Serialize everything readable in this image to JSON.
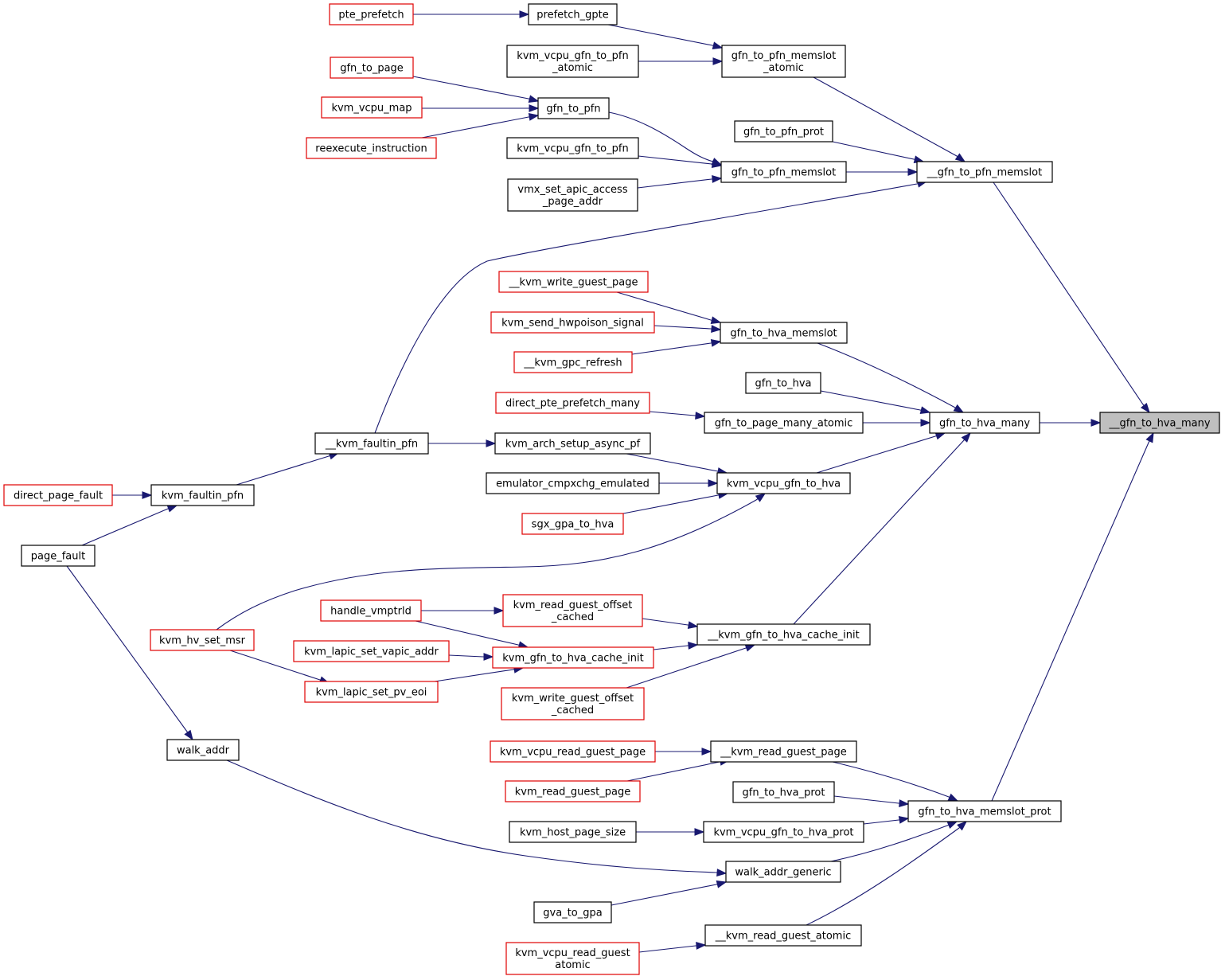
{
  "nodes": {
    "gfn_to_hva_many_inner": [
      "__gfn_to_hva_many"
    ],
    "gfn_to_pfn_memslot_inner": [
      "__gfn_to_pfn_memslot"
    ],
    "gfn_to_hva_many": [
      "gfn_to_hva_many"
    ],
    "gfn_to_hva_memslot_prot": [
      "gfn_to_hva_memslot_prot"
    ],
    "gfn_to_pfn_memslot_atomic": [
      "gfn_to_pfn_memslot",
      "_atomic"
    ],
    "gfn_to_pfn_prot": [
      "gfn_to_pfn_prot"
    ],
    "gfn_to_pfn_memslot": [
      "gfn_to_pfn_memslot"
    ],
    "kvm_faultin_pfn_inner": [
      "__kvm_faultin_pfn"
    ],
    "gfn_to_hva_memslot": [
      "gfn_to_hva_memslot"
    ],
    "gfn_to_hva": [
      "gfn_to_hva"
    ],
    "gfn_to_page_many_atomic": [
      "gfn_to_page_many_atomic"
    ],
    "kvm_vcpu_gfn_to_hva": [
      "kvm_vcpu_gfn_to_hva"
    ],
    "kvm_gfn_to_hva_cache_init_inner": [
      "__kvm_gfn_to_hva_cache_init"
    ],
    "kvm_read_guest_page_inner": [
      "__kvm_read_guest_page"
    ],
    "gfn_to_hva_prot": [
      "gfn_to_hva_prot"
    ],
    "kvm_vcpu_gfn_to_hva_prot": [
      "kvm_vcpu_gfn_to_hva_prot"
    ],
    "walk_addr_generic": [
      "walk_addr_generic"
    ],
    "kvm_read_guest_atomic_inner": [
      "__kvm_read_guest_atomic"
    ],
    "prefetch_gpte": [
      "prefetch_gpte"
    ],
    "kvm_vcpu_gfn_to_pfn_atomic": [
      "kvm_vcpu_gfn_to_pfn",
      "_atomic"
    ],
    "gfn_to_pfn": [
      "gfn_to_pfn"
    ],
    "kvm_vcpu_gfn_to_pfn": [
      "kvm_vcpu_gfn_to_pfn"
    ],
    "vmx_set_apic_access_page_addr": [
      "vmx_set_apic_access",
      "_page_addr"
    ],
    "kvm_write_guest_page_inner": [
      "__kvm_write_guest_page"
    ],
    "kvm_send_hwpoison_signal": [
      "kvm_send_hwpoison_signal"
    ],
    "kvm_gpc_refresh_inner": [
      "__kvm_gpc_refresh"
    ],
    "direct_pte_prefetch_many": [
      "direct_pte_prefetch_many"
    ],
    "kvm_arch_setup_async_pf": [
      "kvm_arch_setup_async_pf"
    ],
    "emulator_cmpxchg_emulated": [
      "emulator_cmpxchg_emulated"
    ],
    "sgx_gpa_to_hva": [
      "sgx_gpa_to_hva"
    ],
    "kvm_read_guest_offset_cached": [
      "kvm_read_guest_offset",
      "_cached"
    ],
    "kvm_gfn_to_hva_cache_init": [
      "kvm_gfn_to_hva_cache_init"
    ],
    "kvm_write_guest_offset_cached": [
      "kvm_write_guest_offset",
      "_cached"
    ],
    "kvm_vcpu_read_guest_page": [
      "kvm_vcpu_read_guest_page"
    ],
    "kvm_read_guest_page": [
      "kvm_read_guest_page"
    ],
    "kvm_host_page_size": [
      "kvm_host_page_size"
    ],
    "gva_to_gpa": [
      "gva_to_gpa"
    ],
    "kvm_vcpu_read_guest_atomic": [
      "kvm_vcpu_read_guest",
      "atomic"
    ],
    "pte_prefetch": [
      "pte_prefetch"
    ],
    "gfn_to_page": [
      "gfn_to_page"
    ],
    "kvm_vcpu_map": [
      "kvm_vcpu_map"
    ],
    "reexecute_instruction": [
      "reexecute_instruction"
    ],
    "kvm_faultin_pfn": [
      "kvm_faultin_pfn"
    ],
    "handle_vmptrld": [
      "handle_vmptrld"
    ],
    "kvm_lapic_set_vapic_addr": [
      "kvm_lapic_set_vapic_addr"
    ],
    "kvm_lapic_set_pv_eoi": [
      "kvm_lapic_set_pv_eoi"
    ],
    "direct_page_fault": [
      "direct_page_fault"
    ],
    "kvm_hv_set_msr": [
      "kvm_hv_set_msr"
    ],
    "walk_addr": [
      "walk_addr"
    ],
    "page_fault": [
      "page_fault"
    ]
  },
  "edges": [
    [
      "gfn_to_pfn_memslot_inner",
      "gfn_to_hva_many_inner"
    ],
    [
      "gfn_to_hva_many",
      "gfn_to_hva_many_inner"
    ],
    [
      "gfn_to_hva_memslot_prot",
      "gfn_to_hva_many_inner"
    ],
    [
      "gfn_to_pfn_memslot_atomic",
      "gfn_to_pfn_memslot_inner"
    ],
    [
      "gfn_to_pfn_prot",
      "gfn_to_pfn_memslot_inner"
    ],
    [
      "gfn_to_pfn_memslot",
      "gfn_to_pfn_memslot_inner"
    ],
    [
      "kvm_faultin_pfn_inner",
      "gfn_to_pfn_memslot_inner"
    ],
    [
      "prefetch_gpte",
      "gfn_to_pfn_memslot_atomic"
    ],
    [
      "kvm_vcpu_gfn_to_pfn_atomic",
      "gfn_to_pfn_memslot_atomic"
    ],
    [
      "pte_prefetch",
      "prefetch_gpte"
    ],
    [
      "gfn_to_pfn",
      "gfn_to_pfn_memslot"
    ],
    [
      "kvm_vcpu_gfn_to_pfn",
      "gfn_to_pfn_memslot"
    ],
    [
      "vmx_set_apic_access_page_addr",
      "gfn_to_pfn_memslot"
    ],
    [
      "gfn_to_page",
      "gfn_to_pfn"
    ],
    [
      "kvm_vcpu_map",
      "gfn_to_pfn"
    ],
    [
      "reexecute_instruction",
      "gfn_to_pfn"
    ],
    [
      "kvm_faultin_pfn_inner",
      "kvm_arch_setup_async_pf"
    ],
    [
      "kvm_faultin_pfn",
      "kvm_faultin_pfn_inner"
    ],
    [
      "direct_page_fault",
      "kvm_faultin_pfn"
    ],
    [
      "page_fault",
      "kvm_faultin_pfn"
    ],
    [
      "gfn_to_hva_memslot",
      "gfn_to_hva_many"
    ],
    [
      "gfn_to_hva",
      "gfn_to_hva_many"
    ],
    [
      "gfn_to_page_many_atomic",
      "gfn_to_hva_many"
    ],
    [
      "kvm_vcpu_gfn_to_hva",
      "gfn_to_hva_many"
    ],
    [
      "kvm_gfn_to_hva_cache_init_inner",
      "gfn_to_hva_many"
    ],
    [
      "kvm_write_guest_page_inner",
      "gfn_to_hva_memslot"
    ],
    [
      "kvm_send_hwpoison_signal",
      "gfn_to_hva_memslot"
    ],
    [
      "kvm_gpc_refresh_inner",
      "gfn_to_hva_memslot"
    ],
    [
      "direct_pte_prefetch_many",
      "gfn_to_page_many_atomic"
    ],
    [
      "kvm_arch_setup_async_pf",
      "kvm_vcpu_gfn_to_hva"
    ],
    [
      "emulator_cmpxchg_emulated",
      "kvm_vcpu_gfn_to_hva"
    ],
    [
      "sgx_gpa_to_hva",
      "kvm_vcpu_gfn_to_hva"
    ],
    [
      "kvm_hv_set_msr",
      "kvm_vcpu_gfn_to_hva"
    ],
    [
      "kvm_read_guest_offset_cached",
      "kvm_gfn_to_hva_cache_init_inner"
    ],
    [
      "kvm_gfn_to_hva_cache_init",
      "kvm_gfn_to_hva_cache_init_inner"
    ],
    [
      "kvm_write_guest_offset_cached",
      "kvm_gfn_to_hva_cache_init_inner"
    ],
    [
      "handle_vmptrld",
      "kvm_read_guest_offset_cached"
    ],
    [
      "handle_vmptrld",
      "kvm_gfn_to_hva_cache_init"
    ],
    [
      "kvm_lapic_set_vapic_addr",
      "kvm_gfn_to_hva_cache_init"
    ],
    [
      "kvm_lapic_set_pv_eoi",
      "kvm_gfn_to_hva_cache_init"
    ],
    [
      "kvm_hv_set_msr",
      "kvm_lapic_set_pv_eoi"
    ],
    [
      "kvm_read_guest_page_inner",
      "gfn_to_hva_memslot_prot"
    ],
    [
      "gfn_to_hva_prot",
      "gfn_to_hva_memslot_prot"
    ],
    [
      "kvm_vcpu_gfn_to_hva_prot",
      "gfn_to_hva_memslot_prot"
    ],
    [
      "walk_addr_generic",
      "gfn_to_hva_memslot_prot"
    ],
    [
      "kvm_read_guest_atomic_inner",
      "gfn_to_hva_memslot_prot"
    ],
    [
      "kvm_vcpu_read_guest_page",
      "kvm_read_guest_page_inner"
    ],
    [
      "kvm_read_guest_page",
      "kvm_read_guest_page_inner"
    ],
    [
      "kvm_host_page_size",
      "kvm_vcpu_gfn_to_hva_prot"
    ],
    [
      "walk_addr",
      "walk_addr_generic"
    ],
    [
      "gva_to_gpa",
      "walk_addr_generic"
    ],
    [
      "page_fault",
      "walk_addr"
    ],
    [
      "kvm_vcpu_read_guest_atomic",
      "kvm_read_guest_atomic_inner"
    ]
  ]
}
